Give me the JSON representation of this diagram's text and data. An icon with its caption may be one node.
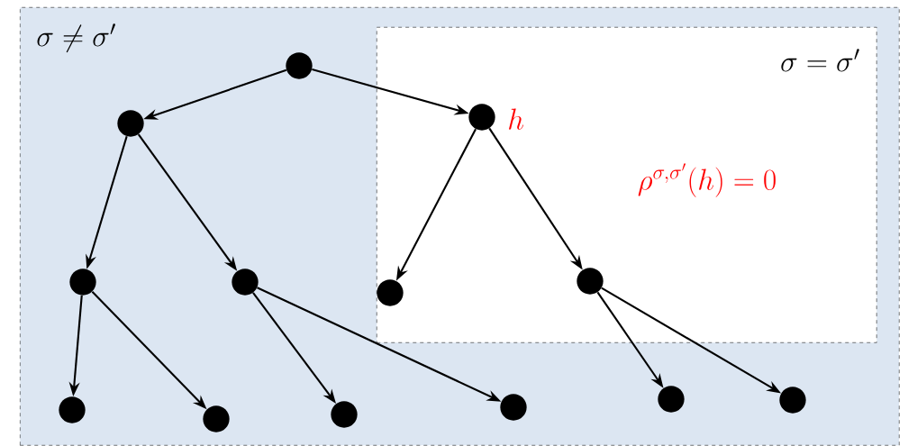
{
  "diagram": {
    "nodes": [
      {
        "text": [
          "\\sigma \\neq \\sigma'"
        ]
      },
      {
        "text": [
          "\\sigma = \\sigma'"
        ],
        "in": 0
      },
      {
        "text": [],
        "shape": "circle",
        "in": 0
      },
      {
        "text": [],
        "shape": "circle",
        "in": 0
      },
      {
        "text": [],
        "shape": "circle",
        "in": 1,
        "beside": [
          "h"
        ]
      },
      {
        "text": [],
        "shape": "circle",
        "in": 0
      },
      {
        "text": [],
        "shape": "circle",
        "in": 0
      },
      {
        "text": [],
        "shape": "circle",
        "in": 1
      },
      {
        "text": [],
        "shape": "circle",
        "in": 1
      },
      {
        "text": [],
        "shape": "circle",
        "in": 0
      },
      {
        "text": [],
        "shape": "circle",
        "in": 0
      },
      {
        "text": [],
        "shape": "circle",
        "in": 0
      },
      {
        "text": [],
        "shape": "circle",
        "in": 0
      },
      {
        "text": [],
        "shape": "circle",
        "in": 0
      },
      {
        "text": [],
        "shape": "circle",
        "in": 0
      }
    ],
    "edges": [
      {
        "from": 2,
        "to": 3,
        "arrow": "to"
      },
      {
        "from": 2,
        "to": 4,
        "arrow": "to"
      },
      {
        "from": 3,
        "to": 5,
        "arrow": "to"
      },
      {
        "from": 3,
        "to": 6,
        "arrow": "to"
      },
      {
        "from": 4,
        "to": 7,
        "arrow": "to"
      },
      {
        "from": 4,
        "to": 8,
        "arrow": "to"
      },
      {
        "from": 5,
        "to": 9,
        "arrow": "to"
      },
      {
        "from": 5,
        "to": 10,
        "arrow": "to"
      },
      {
        "from": 6,
        "to": 11,
        "arrow": "to"
      },
      {
        "from": 6,
        "to": 12,
        "arrow": "to"
      },
      {
        "from": 8,
        "to": 13,
        "arrow": "to"
      },
      {
        "from": 8,
        "to": 14,
        "arrow": "to"
      }
    ],
    "labels": [
      "\\rho^{\\sigma,\\sigma'}(h) = 0"
    ]
  }
}
